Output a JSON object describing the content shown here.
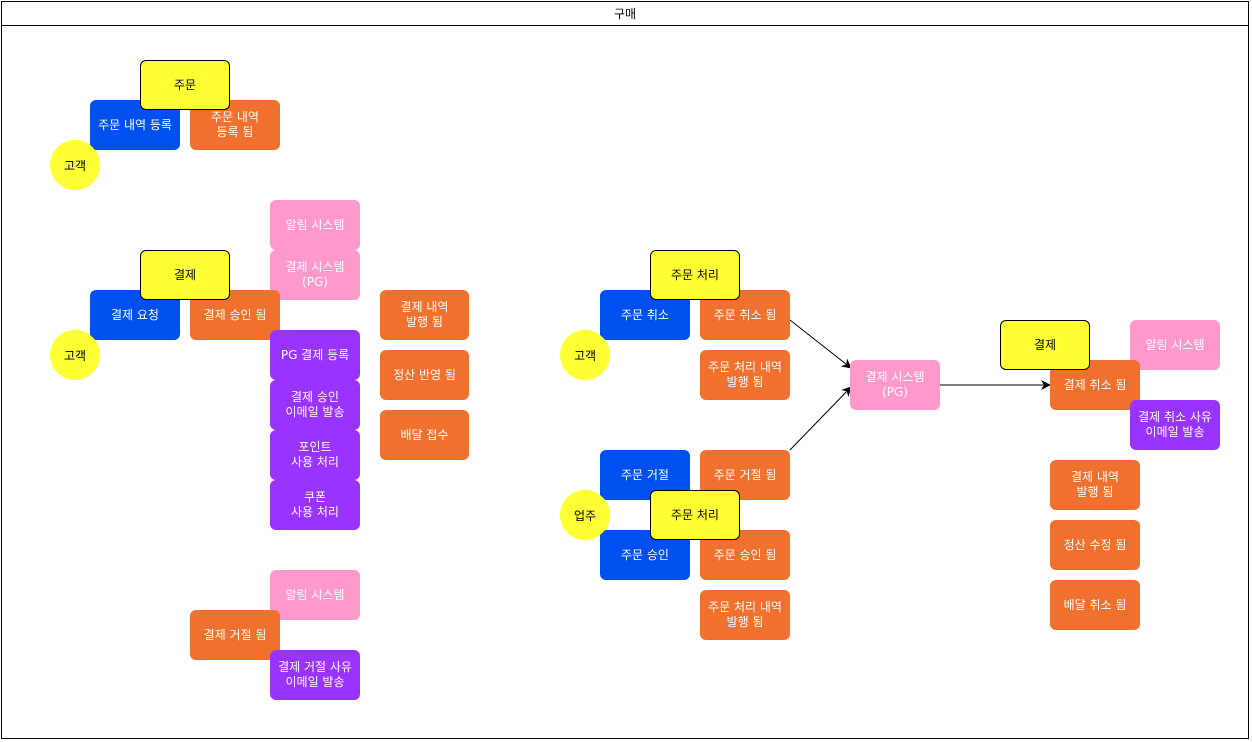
{
  "frame": {
    "title": "구매"
  },
  "order": {
    "actor": "고객",
    "aggregate": "주문",
    "command": "주문 내역 등록",
    "event": "주문 내역\n등록 됨"
  },
  "payment": {
    "actor": "고객",
    "aggregate": "결제",
    "command": "결제 요청",
    "event_approved": "결제 승인 됨",
    "notify_system": "알림 시스템",
    "pg_system": "결제 시스템\n(PG)",
    "policies": [
      "PG 결제 등록",
      "결제 승인\n이메일 발송",
      "포인트\n사용 처리",
      "쿠폰\n사용 처리"
    ],
    "downstream_events": [
      "결제 내역\n발행 됨",
      "정산 반영 됨",
      "배달 접수"
    ],
    "event_rejected": "결제 거절 됨",
    "reject_notify_system": "알림 시스템",
    "reject_policy": "결제 거절 사유\n이메일 발송"
  },
  "order_process": {
    "customer_actor": "고객",
    "customer_aggregate": "주문 처리",
    "cancel_command": "주문 취소",
    "cancel_event": "주문 취소 됨",
    "cancel_history_event": "주문 처리 내역\n발행 됨",
    "merchant_actor": "업주",
    "merchant_aggregate": "주문 처리",
    "reject_command": "주문 거절",
    "reject_event": "주문 거절 됨",
    "approve_command": "주문 승인",
    "approve_event": "주문 승인 됨",
    "approve_history_event": "주문 처리 내역\n발행 됨",
    "pg_system": "결제 시스템\n(PG)"
  },
  "payment_cancel": {
    "aggregate": "결제",
    "event": "결제 취소 됨",
    "notify_system": "알림 시스템",
    "policy": "결제 취소 사유\n이메일 발송",
    "downstream_events": [
      "결제 내역\n발행 됨",
      "정산 수정 됨",
      "배달 취소 됨"
    ]
  },
  "colors": {
    "command": "#0050ef",
    "event": "#f0712d",
    "external_system": "#ff99cc",
    "policy": "#9933ff",
    "aggregate": "#ffff33",
    "actor": "#ffff33"
  }
}
